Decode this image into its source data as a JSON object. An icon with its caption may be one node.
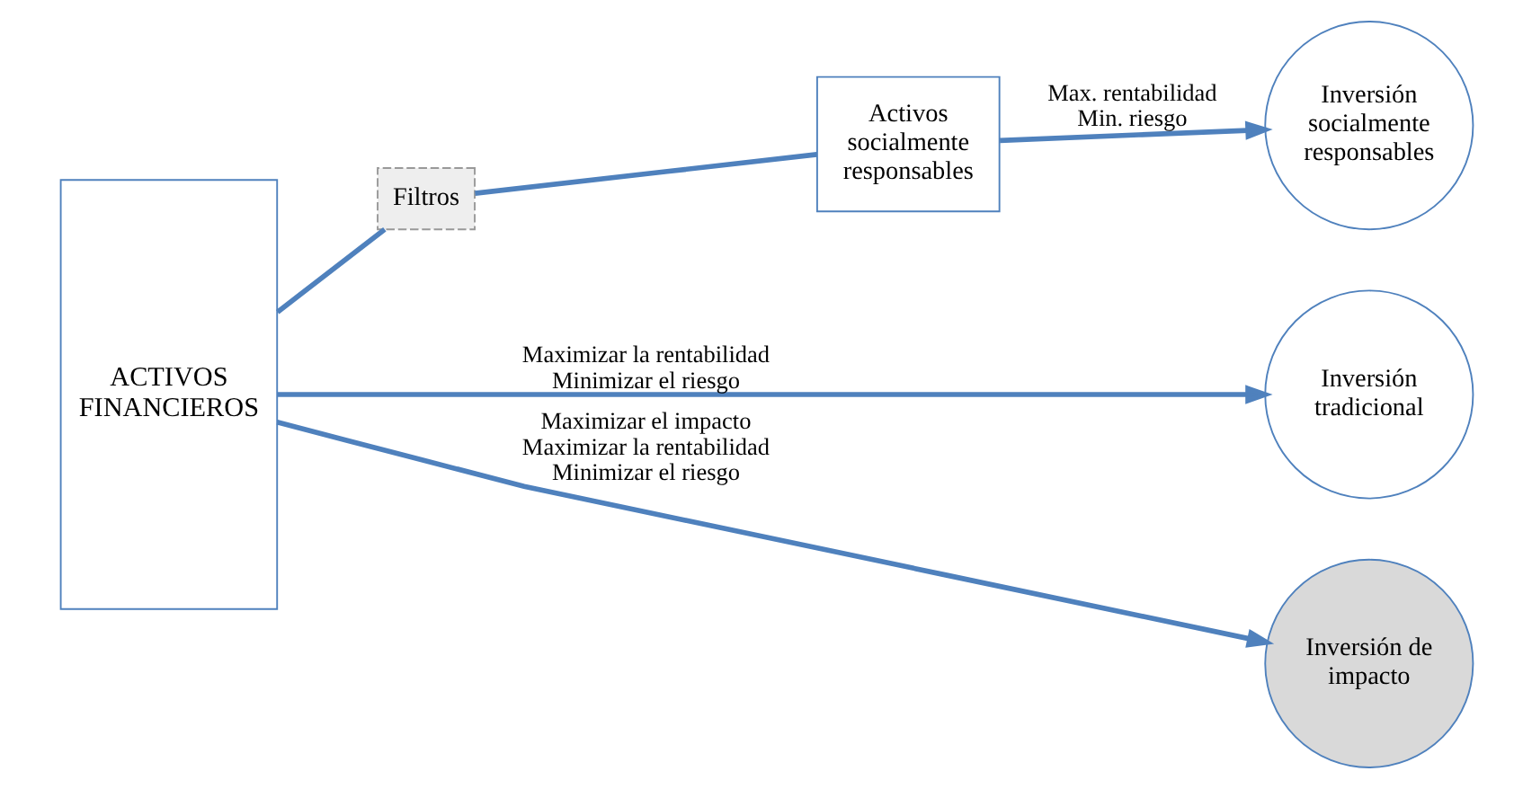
{
  "diagram": {
    "nodes": [
      {
        "text": [
          "ACTIVOS FINANCIEROS"
        ]
      },
      {
        "text": [
          "Filtros"
        ]
      },
      {
        "text": [
          "Activos socialmente responsables"
        ]
      },
      {
        "text": [
          "Inversión socialmente responsables"
        ]
      },
      {
        "text": [
          "Inversión tradicional"
        ]
      },
      {
        "text": [
          "Inversión de impacto"
        ]
      }
    ],
    "edges": [
      {
        "from": 0,
        "to": 4,
        "arrow": "to",
        "label": "Maximizar la rentabilidad Minimizar el riesgo"
      },
      {
        "from": 0,
        "to": 1,
        "arrow": "none"
      },
      {
        "from": 1,
        "to": 2,
        "arrow": "none"
      },
      {
        "from": 2,
        "to": 3,
        "arrow": "to",
        "label": "Max. rentabilidad Min. riesgo"
      },
      {
        "from": 0,
        "to": 5,
        "arrow": "to",
        "label": "Maximizar el impacto Maximizar la rentabilidad Minimizar el riesgo"
      }
    ]
  }
}
